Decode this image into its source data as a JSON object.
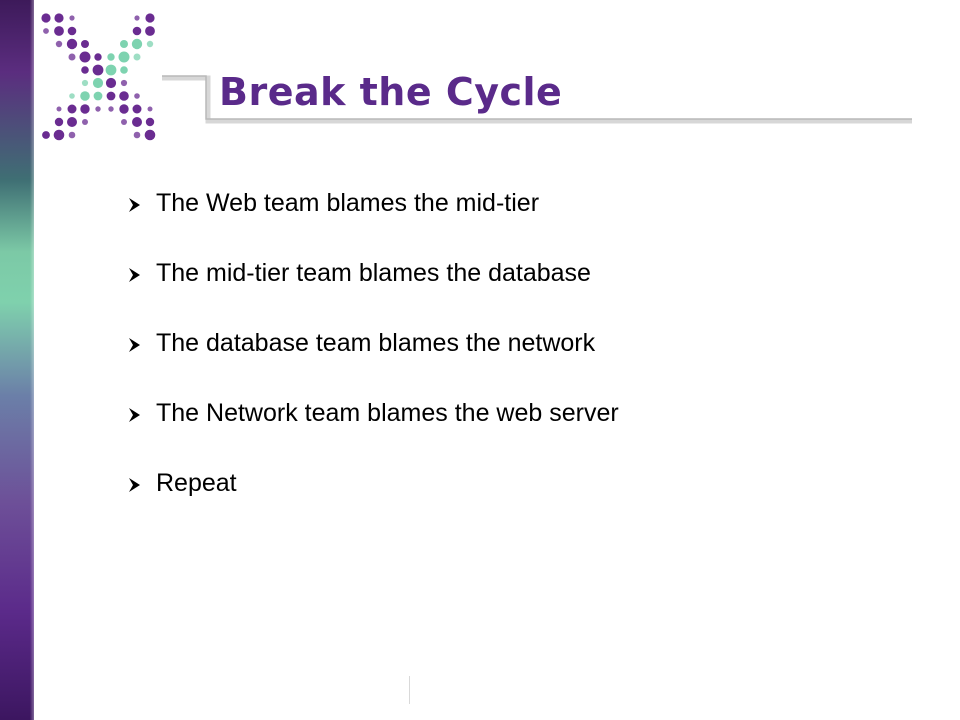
{
  "slide": {
    "title": "Break the Cycle",
    "bullets": [
      {
        "text": "The Web team blames the mid-tier"
      },
      {
        "text": "The mid-tier team blames the database"
      },
      {
        "text": "The database team blames the network"
      },
      {
        "text": "The Network team blames the web server"
      },
      {
        "text": "Repeat"
      }
    ]
  },
  "icons": {
    "bullet": "arrowhead-bullet-icon",
    "logo": "dotted-x-logo"
  },
  "colors": {
    "title": "#5a2a8a",
    "logo_purple": "#6a2c91",
    "logo_green": "#7ed3b0",
    "text": "#000000"
  }
}
